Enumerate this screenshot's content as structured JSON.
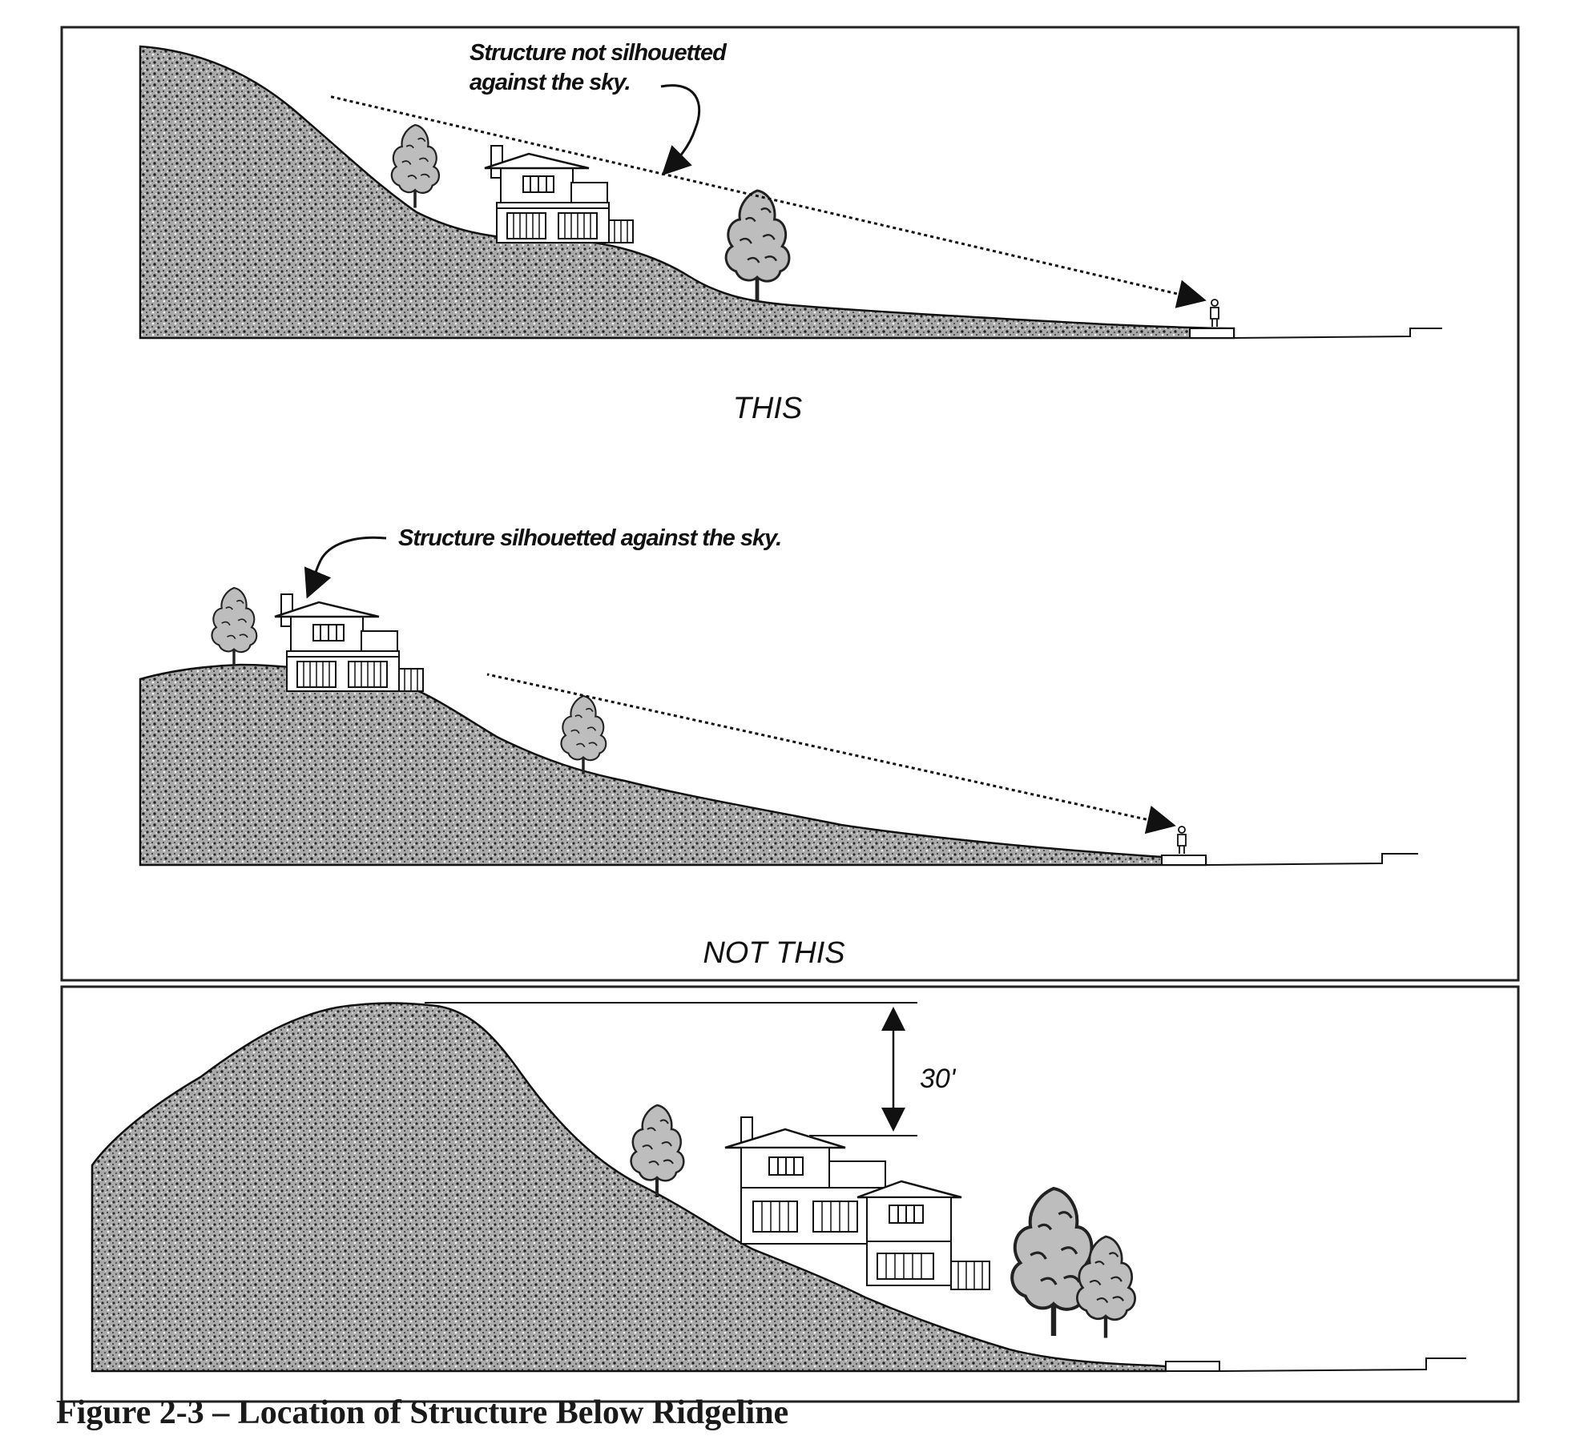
{
  "panels": {
    "this": {
      "annotation_line1": "Structure not silhouetted",
      "annotation_line2": "against the sky.",
      "label": "THIS"
    },
    "not_this": {
      "annotation": "Structure silhouetted against the sky.",
      "label": "NOT THIS"
    },
    "ridgeline": {
      "dimension": "30'"
    }
  },
  "caption": "Figure 2-3 – Location of Structure Below Ridgeline",
  "colors": {
    "ink": "#111111",
    "terrain": "#7a7a7a",
    "paper": "#ffffff"
  }
}
